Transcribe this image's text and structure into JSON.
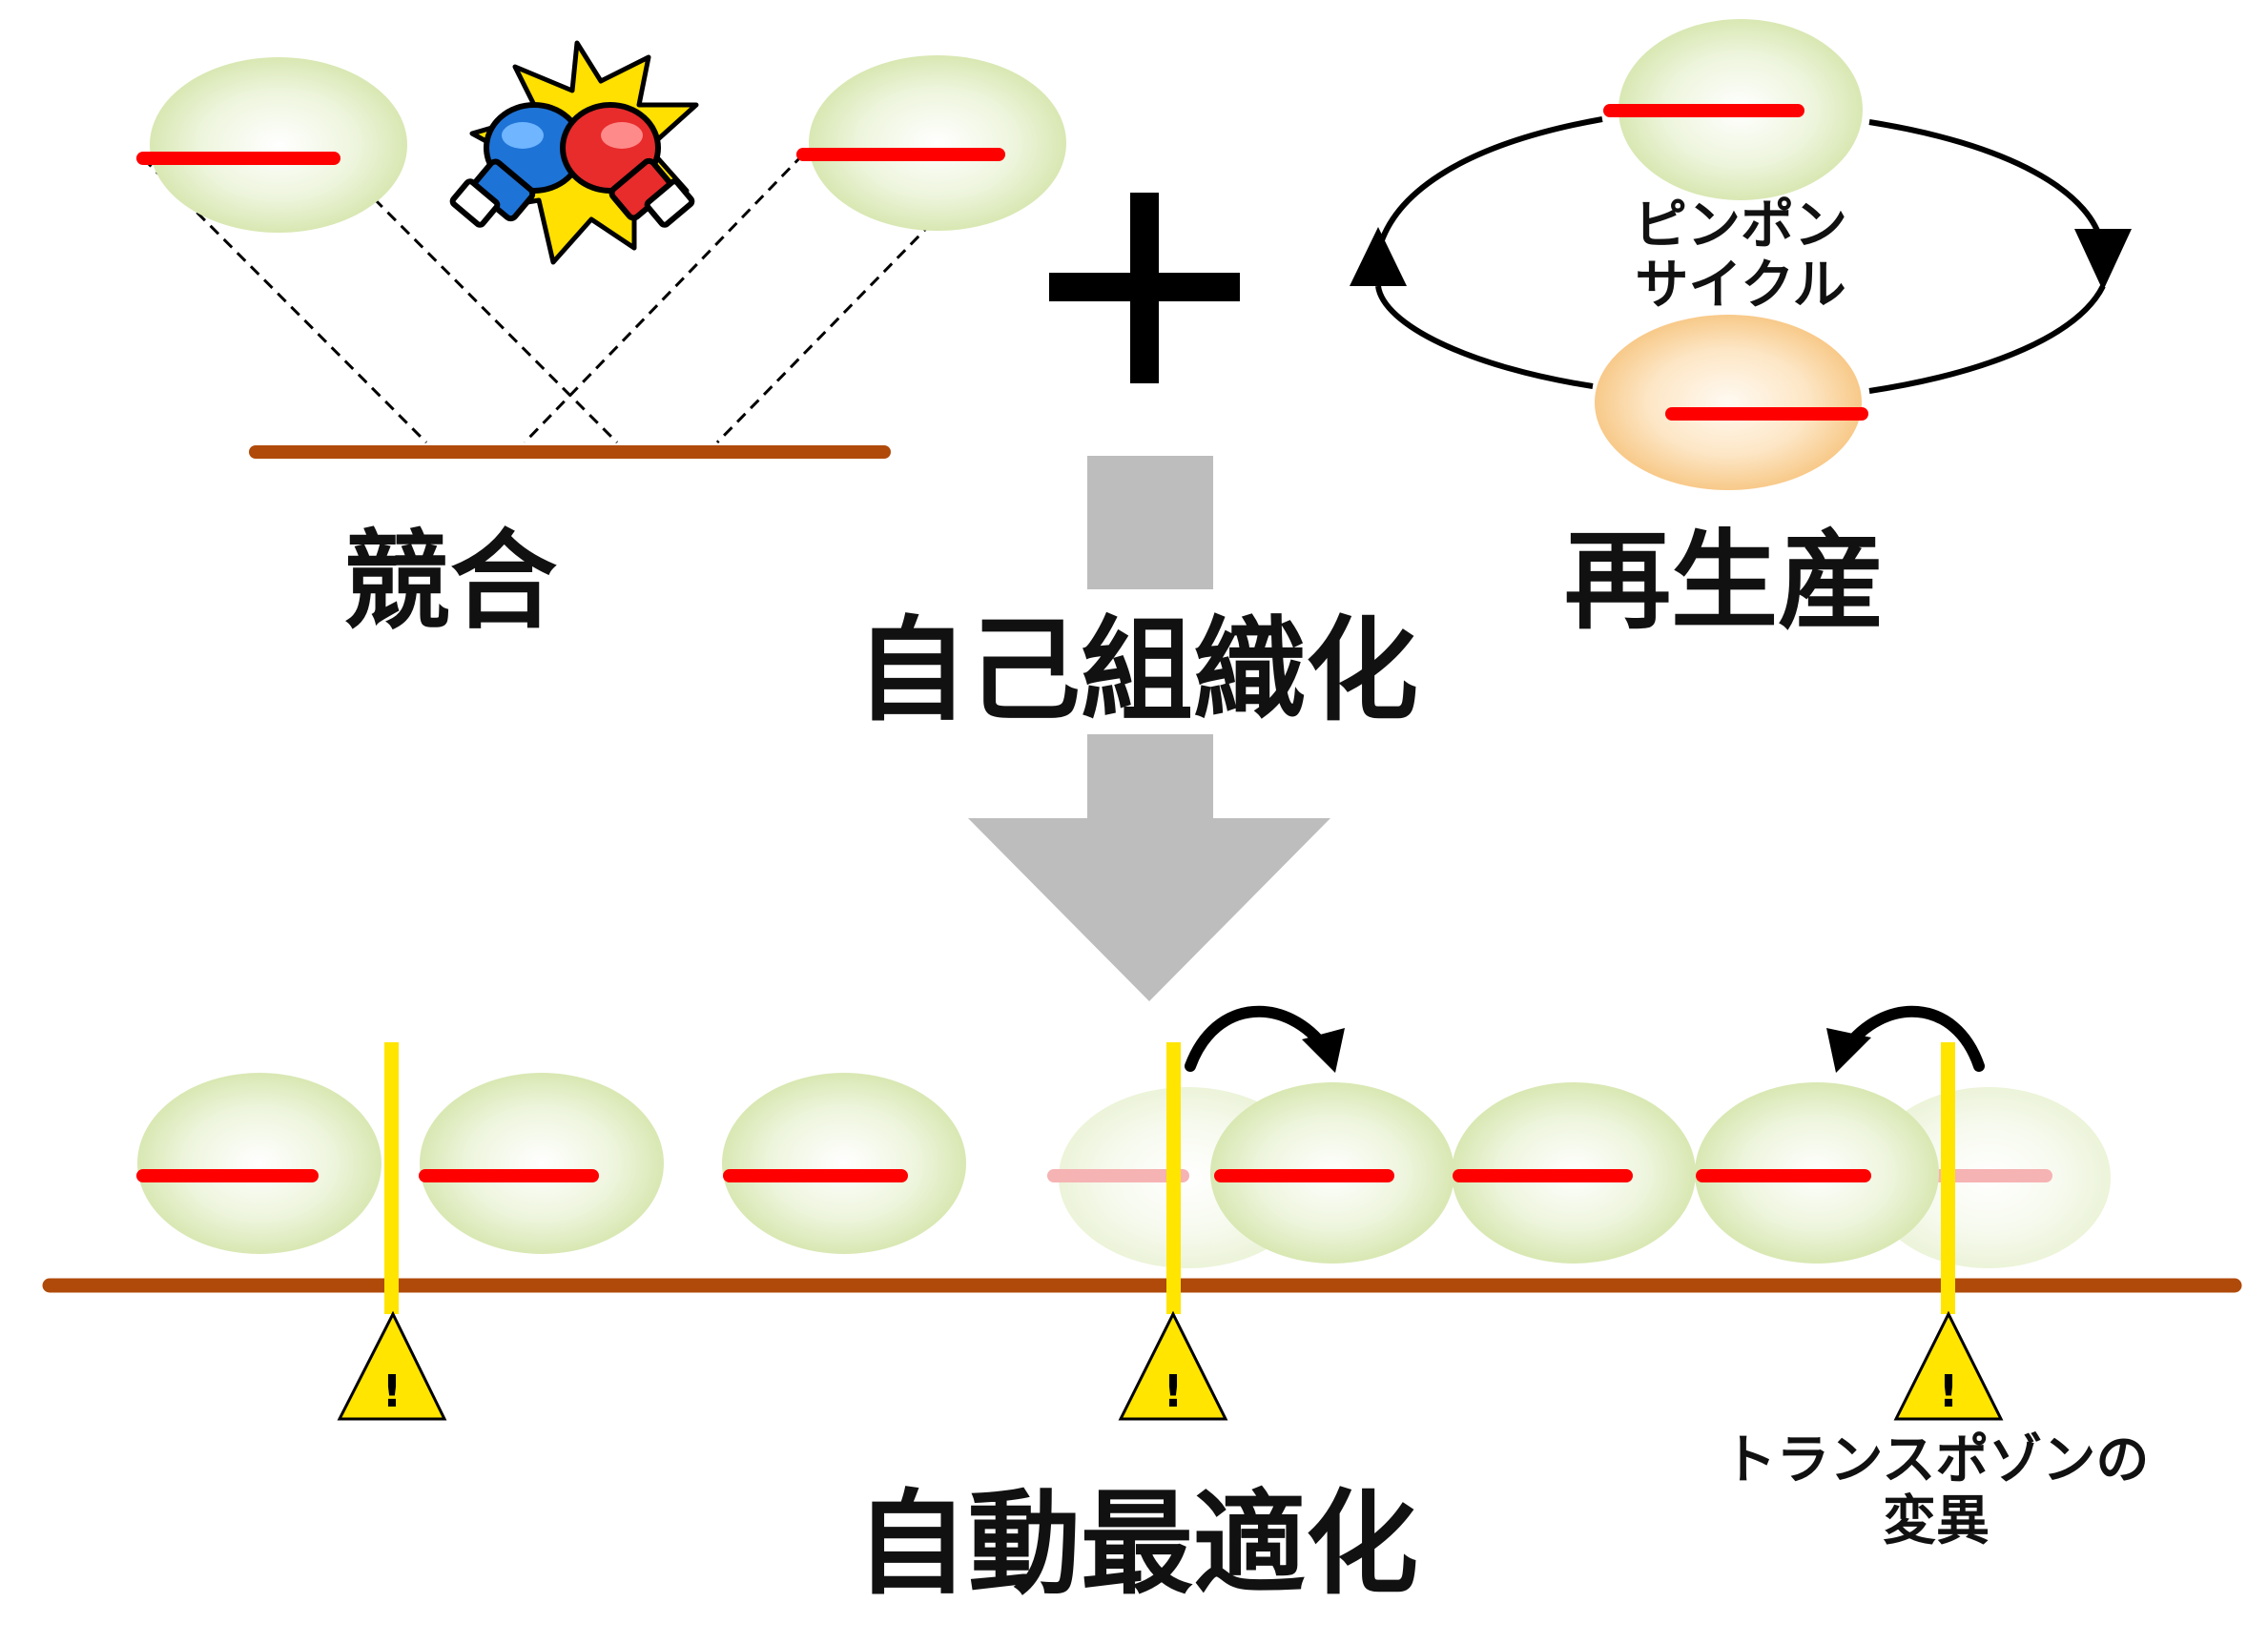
{
  "labels": {
    "competition": "競合",
    "regeneration": "再生産",
    "ping_pong_line1": "ピンポン",
    "ping_pong_line2": "サイクル",
    "self_organization": "自己組織化",
    "auto_optimization": "自動最適化",
    "transposon_line1": "トランスポゾンの",
    "transposon_line2": "変異",
    "warning_mark": "!"
  },
  "icons": {
    "boxing": "boxing-gloves-icon",
    "plus": "plus-icon",
    "arrow": "down-arrow-icon",
    "warning": "warning-icon"
  },
  "colors": {
    "green_ellipse": "#d9e8b5",
    "orange_ellipse": "#f8cd92",
    "red_bar": "#ff0000",
    "faded_red_bar": "#f6b3b3",
    "brown_line": "#b04a0a",
    "yellow_marker": "#ffe500",
    "gray_arrow": "#bdbdbd",
    "black": "#000000"
  }
}
